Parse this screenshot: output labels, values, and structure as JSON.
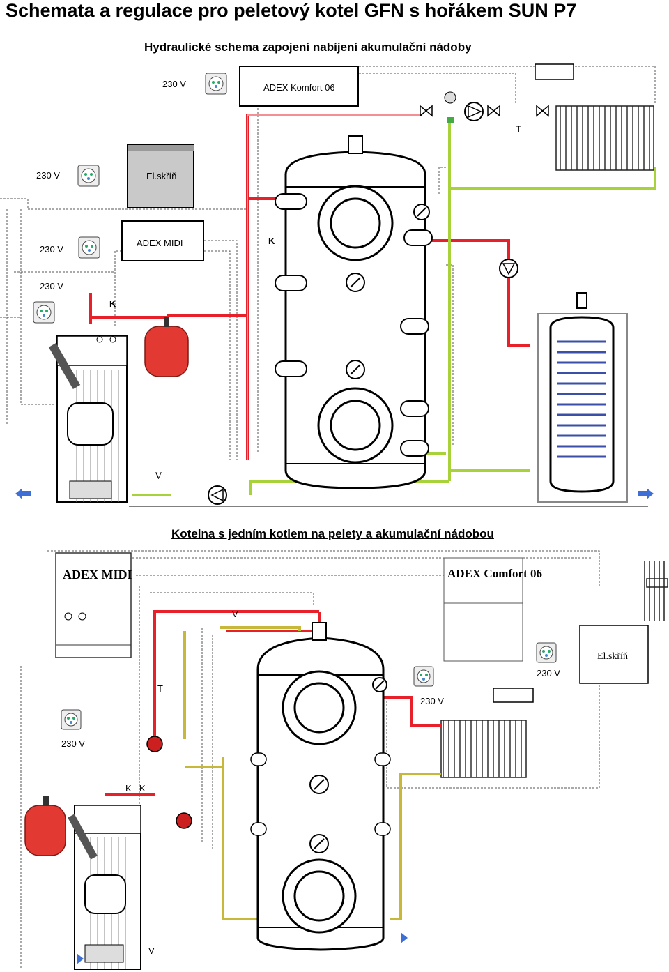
{
  "title": "Schemata a regulace pro peletový kotel GFN s hořákem SUN P7",
  "section1": {
    "heading": "Hydraulické schema zapojení nabíjení akumulační nádoby",
    "labels": {
      "v230_a": "230 V",
      "adex_komfort": "ADEX Komfort 06",
      "v230_b": "230 V",
      "el_skrin": "El.skříň",
      "v230_c": "230 V",
      "adex_midi": "ADEX MIDI",
      "v230_d": "230 V",
      "k1": "K",
      "k2": "K",
      "t1": "T",
      "v1": "V"
    }
  },
  "section2": {
    "heading": "Kotelna s jedním kotlem  na pelety a akumulační nádobou",
    "labels": {
      "adex_midi": "ADEX MIDI",
      "adex_komfort": "ADEX Comfort 06",
      "el_skrin": "El.skříň",
      "v230_a": "230 V",
      "v230_b": "230 V",
      "v230_c": "230 V",
      "k1": "K",
      "k2": "K",
      "t1": "T",
      "v1": "V",
      "v2": "V"
    }
  },
  "colors": {
    "hot_pipe": "#e8202a",
    "cold_pipe": "#a8d23a",
    "pump": "#cc1f1f",
    "expansion_tank": "#e23a32",
    "coil": "#3b4fa8"
  }
}
